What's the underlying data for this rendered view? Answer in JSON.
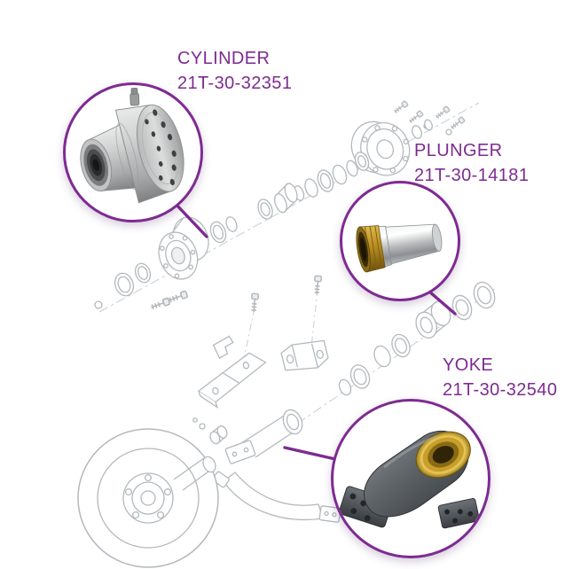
{
  "accent_color": "#7e2b91",
  "callouts": {
    "cylinder": {
      "name": "CYLINDER",
      "part_number": "21T-30-32351"
    },
    "plunger": {
      "name": "PLUNGER",
      "part_number": "21T-30-14181"
    },
    "yoke": {
      "name": "YOKE",
      "part_number": "21T-30-32540"
    }
  }
}
